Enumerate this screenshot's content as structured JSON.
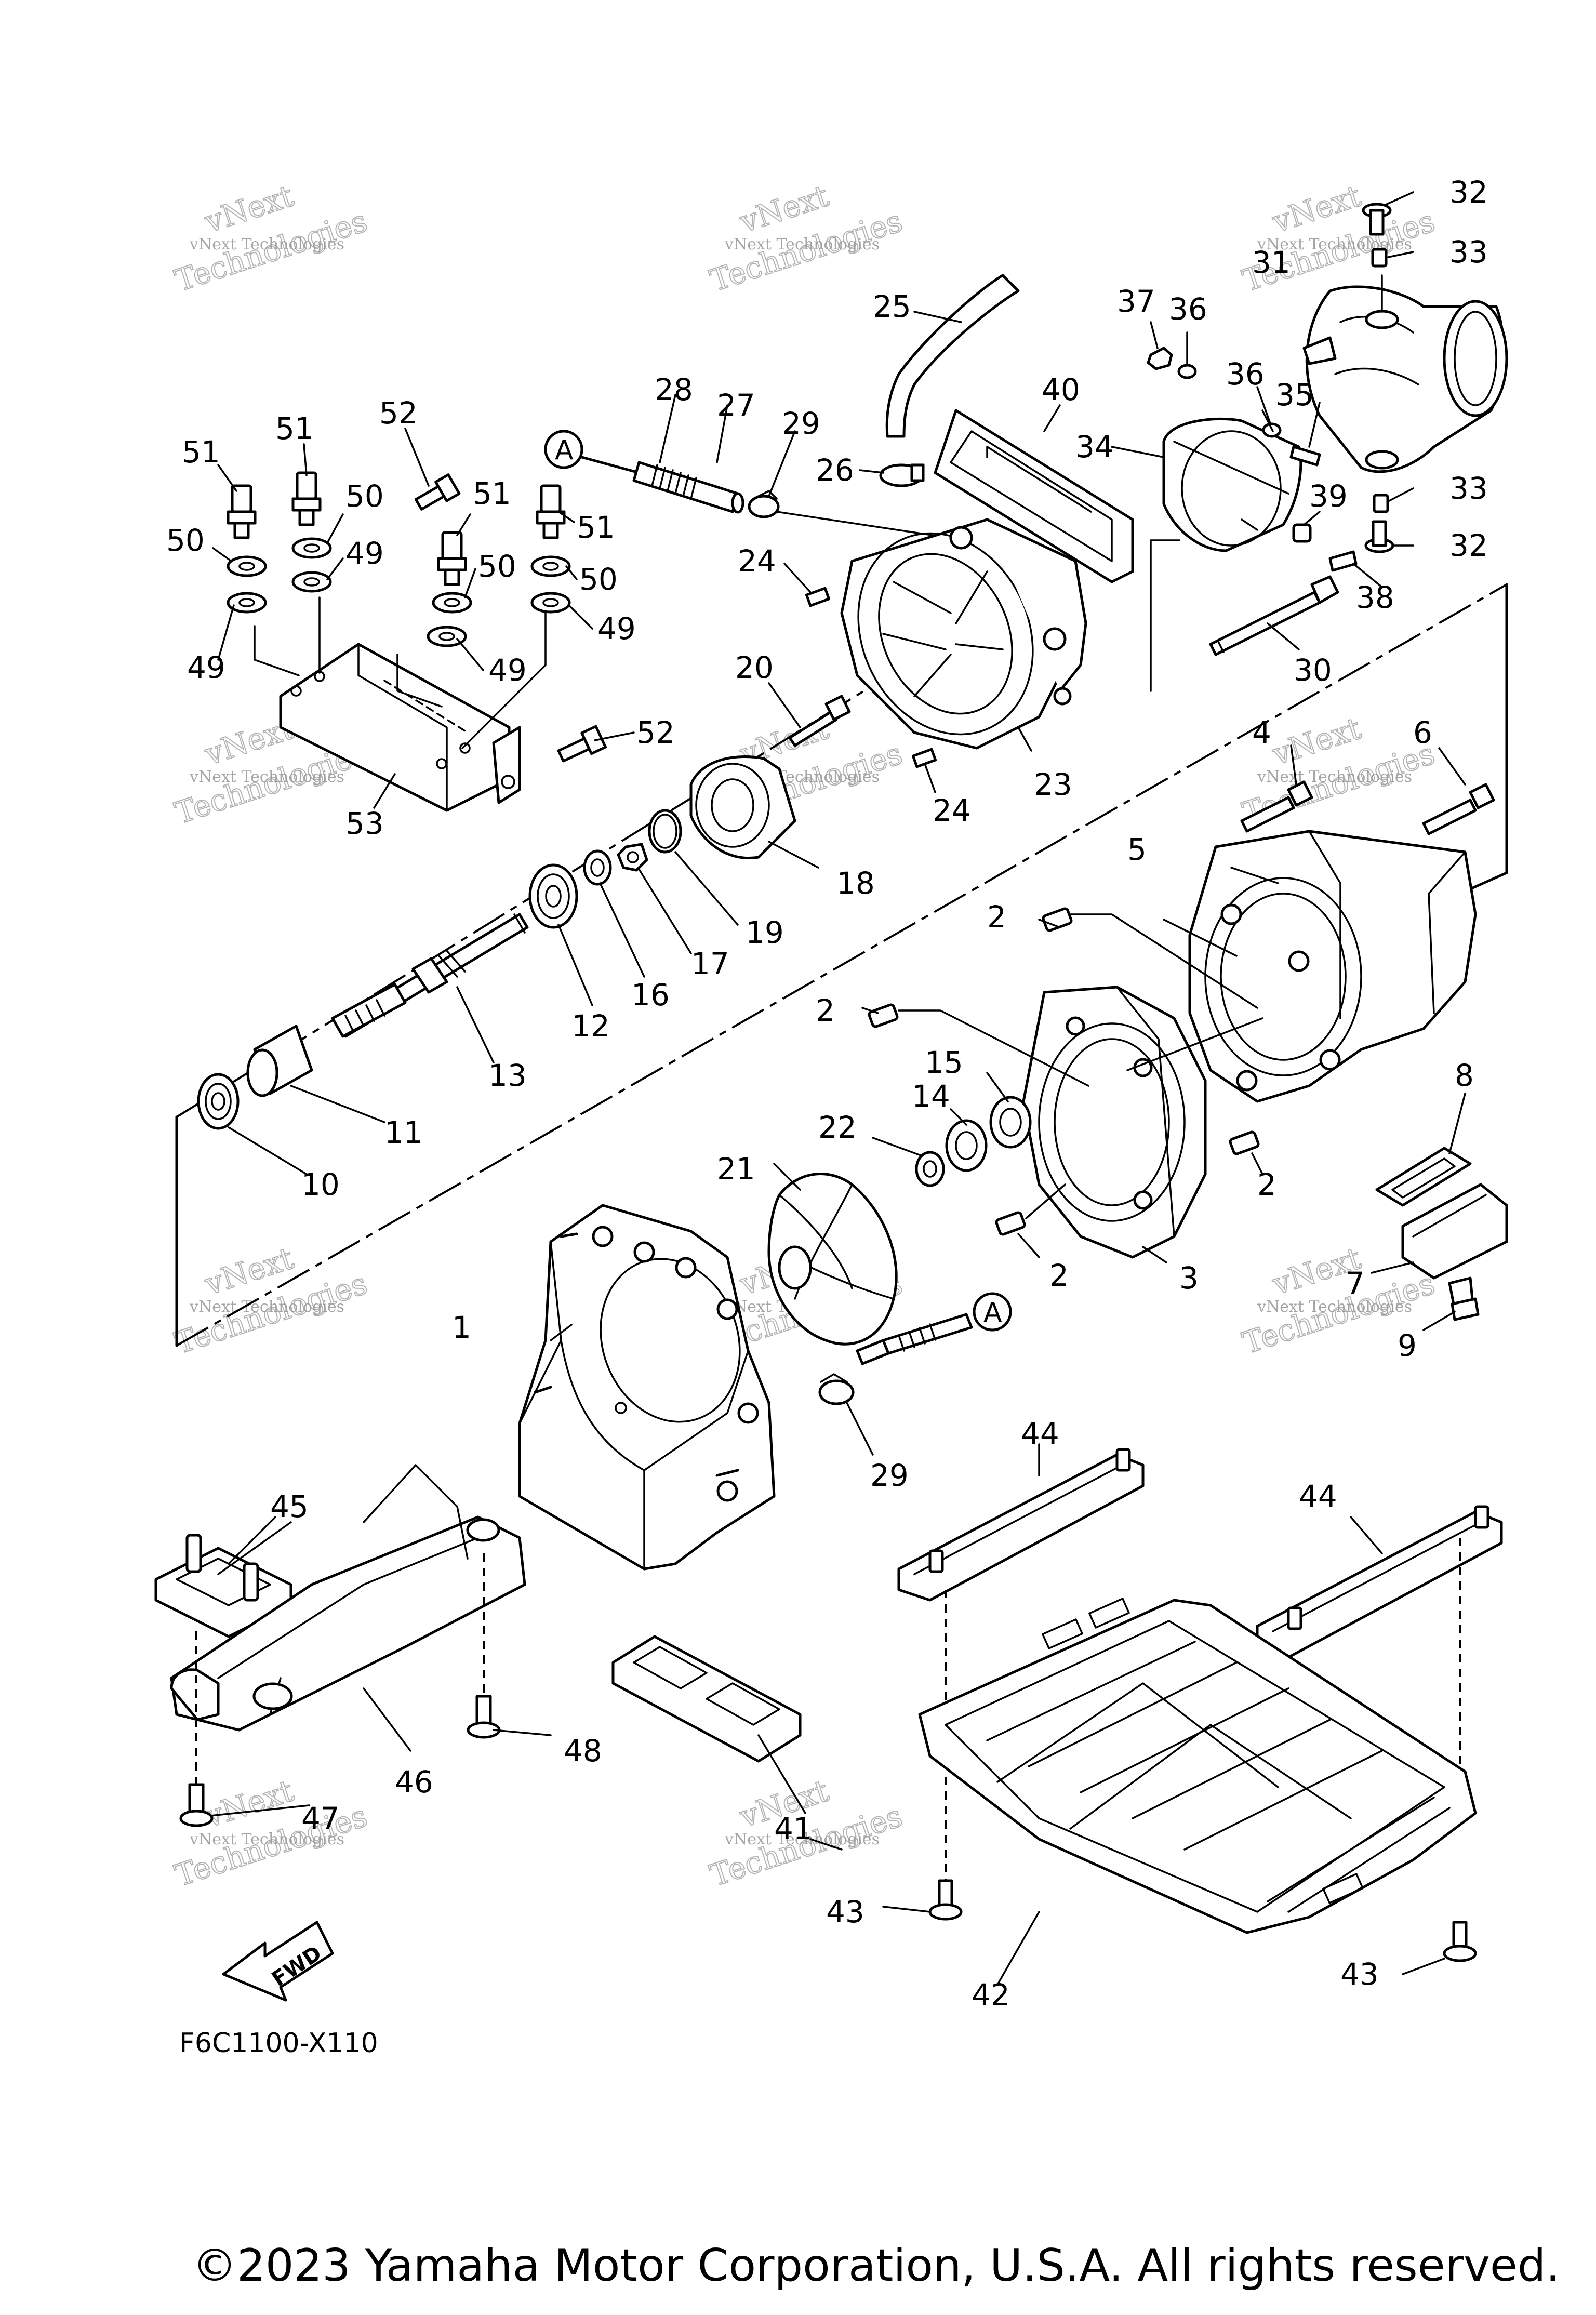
{
  "diagram": {
    "drawing_code": "F6C1100-X110",
    "copyright": "©2023 Yamaha Motor Corporation, U.S.A. All rights reserved.",
    "fwd_label": "FWD",
    "connector_label": "A",
    "watermark": {
      "line1": "vNext Technologies",
      "line2": "Technologies",
      "line3": "vNext"
    },
    "callouts": [
      "1",
      "2",
      "3",
      "4",
      "5",
      "6",
      "7",
      "8",
      "9",
      "10",
      "11",
      "12",
      "13",
      "14",
      "15",
      "16",
      "17",
      "18",
      "19",
      "20",
      "21",
      "22",
      "23",
      "24",
      "25",
      "26",
      "27",
      "28",
      "29",
      "30",
      "31",
      "32",
      "33",
      "34",
      "35",
      "36",
      "37",
      "38",
      "39",
      "40",
      "41",
      "42",
      "43",
      "44",
      "45",
      "46",
      "47",
      "48",
      "49",
      "50",
      "51",
      "52",
      "53"
    ]
  }
}
